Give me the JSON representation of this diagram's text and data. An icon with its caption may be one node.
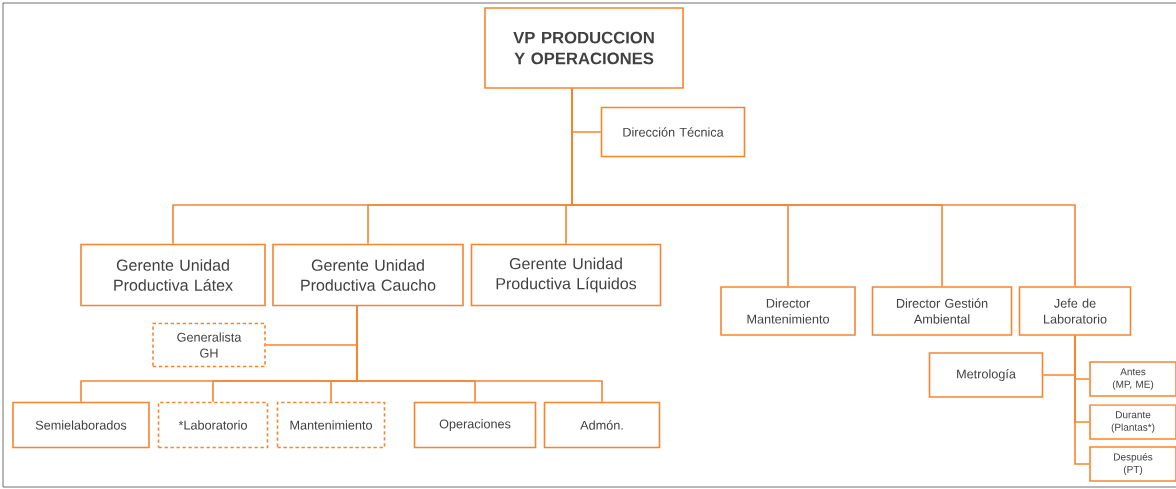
{
  "diagram": {
    "nodes": [
      {
        "text": [
          "VP PRODUCCION Y OPERACIONES"
        ]
      },
      {
        "text": [
          "Dirección Técnica"
        ]
      },
      {
        "text": [
          "Gerente Unidad Productiva Látex"
        ]
      },
      {
        "text": [
          "Gerente Unidad Productiva Caucho"
        ]
      },
      {
        "text": [
          "Gerente Unidad Productiva Líquidos"
        ]
      },
      {
        "text": [
          "Director Mantenimiento"
        ]
      },
      {
        "text": [
          "Director Gestión Ambiental"
        ]
      },
      {
        "text": [
          "Jefe de Laboratorio"
        ]
      },
      {
        "text": [
          "Generalista GH"
        ]
      },
      {
        "text": [
          "Semielaborados"
        ]
      },
      {
        "text": [
          "*Laboratorio"
        ]
      },
      {
        "text": [
          "Mantenimiento"
        ]
      },
      {
        "text": [
          "Operaciones"
        ]
      },
      {
        "text": [
          "Admón."
        ]
      },
      {
        "text": [
          "Metrología"
        ]
      },
      {
        "text": [
          "Antes (MP, ME)"
        ]
      },
      {
        "text": [
          "Durante (Plantas*)"
        ]
      },
      {
        "text": [
          "Después (PT)"
        ]
      }
    ],
    "edges": [
      {
        "from": 0,
        "to": 1,
        "arrow": "none"
      },
      {
        "from": 0,
        "to": 2,
        "arrow": "none"
      },
      {
        "from": 0,
        "to": 3,
        "arrow": "none"
      },
      {
        "from": 0,
        "to": 4,
        "arrow": "none"
      },
      {
        "from": 0,
        "to": 5,
        "arrow": "none"
      },
      {
        "from": 0,
        "to": 6,
        "arrow": "none"
      },
      {
        "from": 0,
        "to": 7,
        "arrow": "none"
      },
      {
        "from": 3,
        "to": 8,
        "arrow": "none"
      },
      {
        "from": 3,
        "to": 9,
        "arrow": "none"
      },
      {
        "from": 3,
        "to": 10,
        "arrow": "none"
      },
      {
        "from": 3,
        "to": 11,
        "arrow": "none"
      },
      {
        "from": 3,
        "to": 12,
        "arrow": "none"
      },
      {
        "from": 3,
        "to": 13,
        "arrow": "none"
      },
      {
        "from": 7,
        "to": 14,
        "arrow": "none"
      },
      {
        "from": 7,
        "to": 15,
        "arrow": "none"
      },
      {
        "from": 7,
        "to": 16,
        "arrow": "none"
      },
      {
        "from": 7,
        "to": 17,
        "arrow": "none"
      }
    ]
  }
}
